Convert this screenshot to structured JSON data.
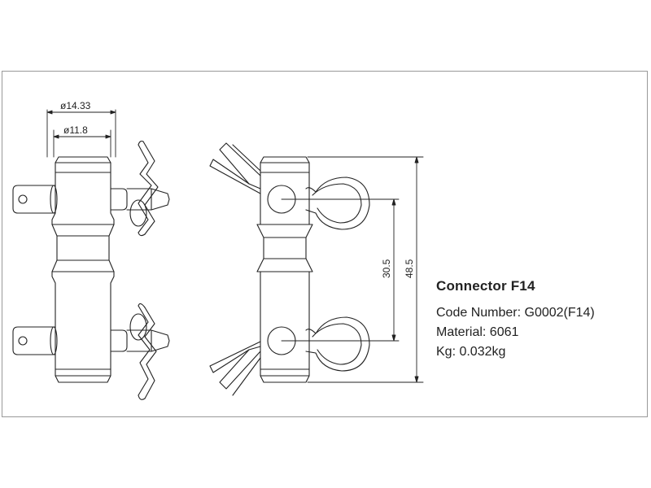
{
  "dimensions": {
    "outer_diameter": "ø14.33",
    "inner_diameter": "ø11.8",
    "hole_spacing": "30.5",
    "total_height": "48.5"
  },
  "info": {
    "title": "Connector F14",
    "code_number": "Code Number: G0002(F14)",
    "material": "Material: 6061",
    "weight": "Kg: 0.032kg"
  },
  "colors": {
    "line": "#222222",
    "frame": "#999999",
    "background": "#ffffff"
  }
}
